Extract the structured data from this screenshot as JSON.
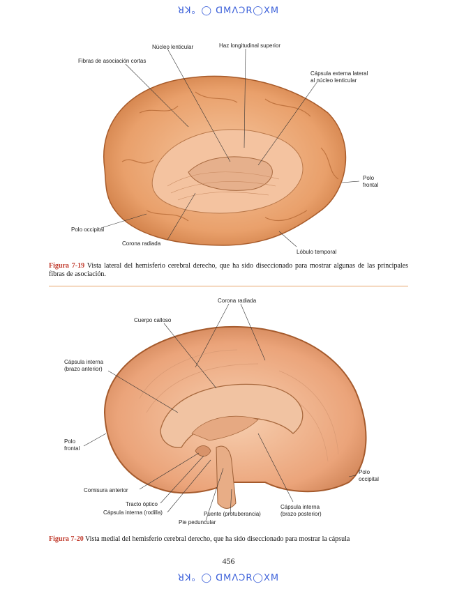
{
  "watermark": {
    "text": "ꓤꓘ。◯ ꓷꓟꓥꓛꓣ◯ꓫꓟ"
  },
  "figure1": {
    "labels": {
      "nucleo_lenticular": "Núcleo lenticular",
      "haz_longitudinal": "Haz longitudinal superior",
      "fibras_asociacion": "Fibras de asociación cortas",
      "capsula_externa_1": "Cápsula externa lateral",
      "capsula_externa_2": "al núcleo lenticular",
      "polo_frontal_1": "Polo",
      "polo_frontal_2": "frontal",
      "polo_occipital": "Polo occipital",
      "corona_radiada": "Corona radiada",
      "lobulo_temporal": "Lóbulo temporal"
    },
    "caption": {
      "ref": "Figura 7-19",
      "text": " Vista lateral del hemisferio cerebral derecho, que ha sido diseccionado para mostrar algunas de las principales fibras de asociación."
    }
  },
  "figure2": {
    "labels": {
      "corona_radiada": "Corona radiada",
      "cuerpo_calloso": "Cuerpo calloso",
      "capsula_interna_ant_1": "Cápsula interna",
      "capsula_interna_ant_2": "(brazo anterior)",
      "polo_frontal_1": "Polo",
      "polo_frontal_2": "frontal",
      "polo_occipital_1": "Polo",
      "polo_occipital_2": "occipital",
      "comisura_anterior": "Comisura anterior",
      "tracto_optico": "Tracto óptico",
      "capsula_rodilla": "Cápsula interna (rodilla)",
      "pie_peduncular": "Pie peduncular",
      "puente": "Puente (protuberancia)",
      "capsula_post_1": "Cápsula interna",
      "capsula_post_2": "(brazo posterior)"
    },
    "caption": {
      "ref": "Figura 7-20",
      "text": " Vista medial del hemisferio cerebral derecho, que ha sido diseccionado para mostrar la cápsula"
    }
  },
  "page_number": "456",
  "colors": {
    "brain_outer": "#d98a52",
    "brain_inner": "#f3b98f",
    "accent": "#c0392b"
  }
}
